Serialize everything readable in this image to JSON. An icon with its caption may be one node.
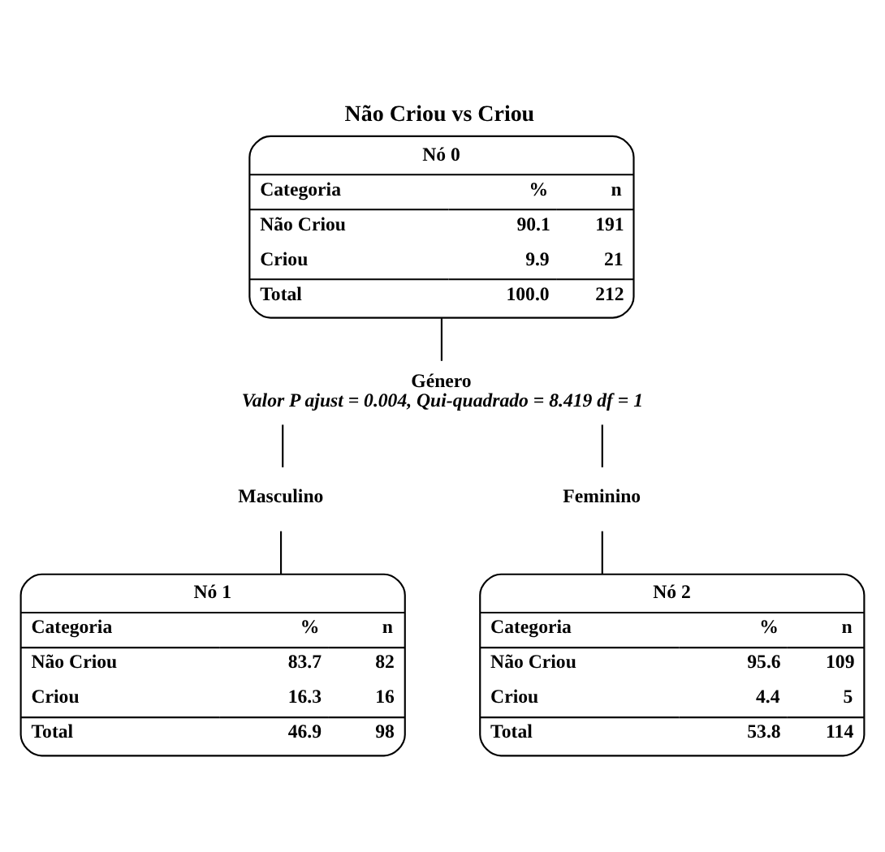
{
  "diagram": {
    "title": "Não Criou vs Criou",
    "nodes": [
      {
        "text": [
          "Nó 0",
          "Categoria",
          "%",
          "n",
          "Não Criou",
          "90.1",
          "191",
          "Criou",
          "9.9",
          "21",
          "Total",
          "100.0",
          "212"
        ]
      },
      {
        "text": [
          "Género",
          "Valor P ajust = 0.004, Qui-quadrado = 8.419 df = 1"
        ]
      },
      {
        "text": [
          "Masculino"
        ]
      },
      {
        "text": [
          "Feminino"
        ]
      },
      {
        "text": [
          "Nó 1",
          "Categoria",
          "%",
          "n",
          "Não Criou",
          "83.7",
          "82",
          "Criou",
          "16.3",
          "16",
          "Total",
          "46.9",
          "98"
        ]
      },
      {
        "text": [
          "Nó 2",
          "Categoria",
          "%",
          "n",
          "Não Criou",
          "95.6",
          "109",
          "Criou",
          "4.4",
          "5",
          "Total",
          "53.8",
          "114"
        ]
      }
    ],
    "edges": [
      {
        "from": 0,
        "to": 1,
        "arrow": "none"
      },
      {
        "from": 1,
        "to": 2,
        "arrow": "none"
      },
      {
        "from": 1,
        "to": 3,
        "arrow": "none"
      },
      {
        "from": 2,
        "to": 4,
        "arrow": "none"
      },
      {
        "from": 3,
        "to": 5,
        "arrow": "none"
      }
    ]
  }
}
